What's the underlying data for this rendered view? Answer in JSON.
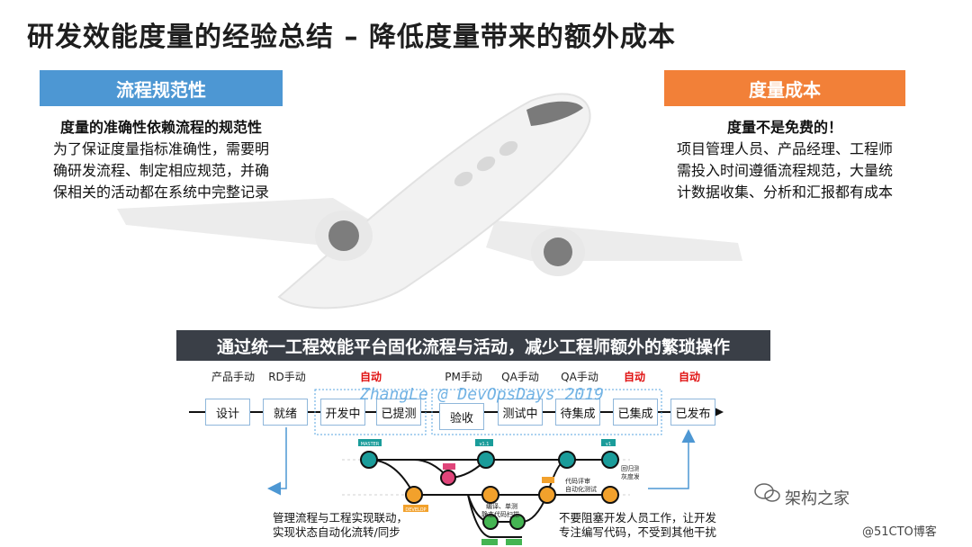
{
  "title": "研发效能度量的经验总结 – 降低度量带来的额外成本",
  "left": {
    "header": "流程规范性",
    "bold": "度量的准确性依赖流程的规范性",
    "lines": [
      "为了保证度量指标准确性，需要明",
      "确研发流程、制定相应规范，并确",
      "保相关的活动都在系统中完整记录"
    ]
  },
  "right": {
    "header": "度量成本",
    "bold": "度量不是免费的！",
    "lines": [
      "项目管理人员、产品经理、工程师",
      "需投入时间遵循流程规范，大量统",
      "计数据收集、分析和汇报都有成本"
    ]
  },
  "banner": "通过统一工程效能平台固化流程与活动，减少工程师额外的繁琐操作",
  "flow": {
    "roles": [
      "产品手动",
      "RD手动",
      "自动",
      "PM手动",
      "QA手动",
      "QA手动",
      "自动",
      "自动"
    ],
    "stages": [
      "设计",
      "就绪",
      "开发中",
      "已提测",
      "验收",
      "测试中",
      "待集成",
      "已集成",
      "已发布"
    ]
  },
  "watermark": "ZhangLe @ DevOpsDays 2019",
  "git": {
    "labels": [
      "MASTER",
      "v1.1",
      "v1",
      "DEVELOP",
      "",
      "",
      "",
      ""
    ],
    "notes": [
      "回归测试",
      "灰度发布",
      "代码评审",
      "自动化测试",
      "编译、单测",
      "静态代码扫描"
    ]
  },
  "notes": {
    "left": [
      "管理流程与工程实现联动，",
      "实现状态自动化流转/同步"
    ],
    "right": [
      "不要阻塞开发人员工作，让开发",
      "专注编写代码，不受到其他干扰"
    ]
  },
  "brand": {
    "main": "架构之家",
    "sub": "@51CTO博客"
  },
  "colors": {
    "blue": "#4d97d3",
    "orange": "#f28038",
    "banner": "#3a3f47",
    "teal": "#1a9c9a",
    "gitOrange": "#f2a12c",
    "green": "#44b552",
    "pink": "#e0457a"
  }
}
